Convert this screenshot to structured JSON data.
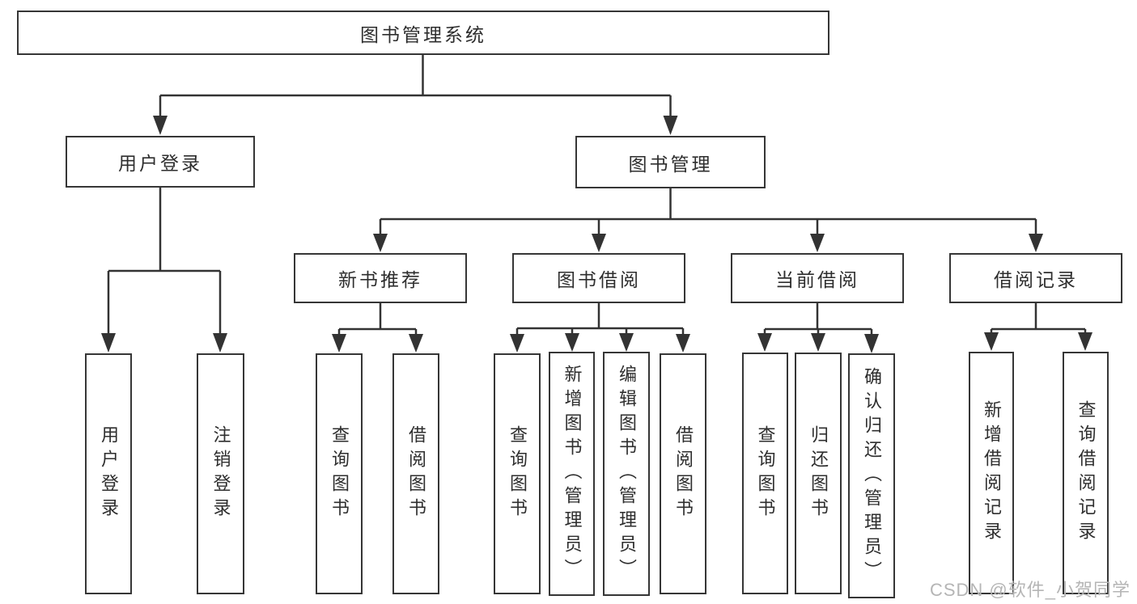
{
  "diagram": {
    "root": {
      "label": "图书管理系统"
    },
    "level2": [
      {
        "label": "用户登录"
      },
      {
        "label": "图书管理"
      }
    ],
    "level3": [
      {
        "label": "新书推荐"
      },
      {
        "label": "图书借阅"
      },
      {
        "label": "当前借阅"
      },
      {
        "label": "借阅记录"
      }
    ],
    "leaves": [
      {
        "label": "用户登录"
      },
      {
        "label": "注销登录"
      },
      {
        "label": "查询图书"
      },
      {
        "label": "借阅图书"
      },
      {
        "label": "查询图书"
      },
      {
        "label": "新增图书（管理员）"
      },
      {
        "label": "编辑图书（管理员）"
      },
      {
        "label": "借阅图书"
      },
      {
        "label": "查询图书"
      },
      {
        "label": "归还图书"
      },
      {
        "label": "确认归还（管理员）"
      },
      {
        "label": "新增借阅记录"
      },
      {
        "label": "查询借阅记录"
      }
    ]
  },
  "watermark": {
    "text": "CSDN @软件_小贺同学"
  },
  "colors": {
    "line": "#333333",
    "text": "#2e2e2e",
    "watermark": "#b5b5b5",
    "background": "#ffffff"
  }
}
